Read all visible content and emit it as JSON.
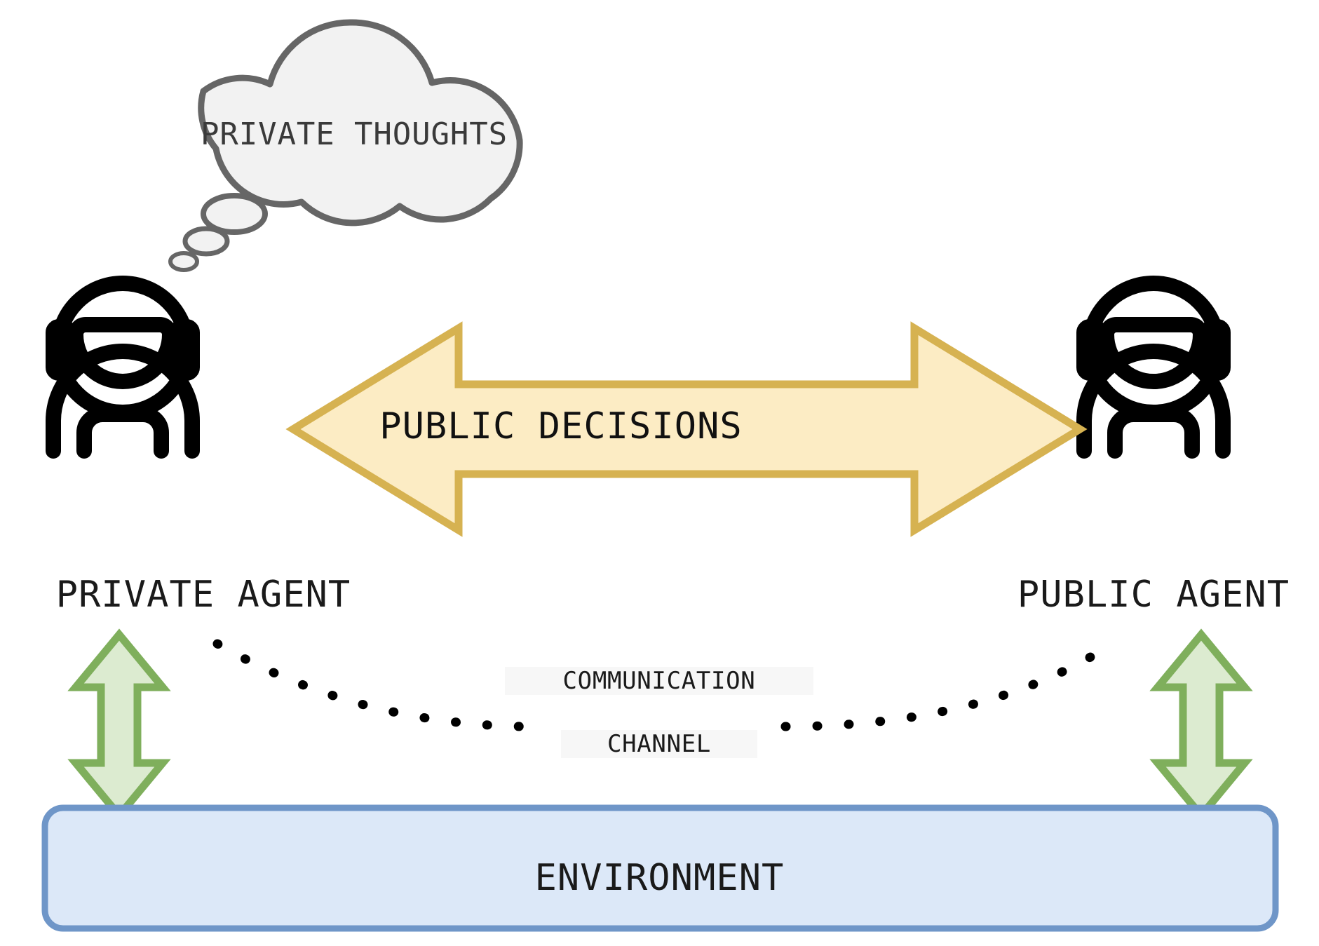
{
  "diagram": {
    "title": "Private Agent / Public Agent communication diagram",
    "background": "#ffffff"
  },
  "thought_bubble": {
    "label": "PRIVATE THOUGHTS",
    "fill": "#f2f2f2",
    "stroke": "#666666"
  },
  "agents": {
    "left": {
      "label": "PRIVATE AGENT",
      "icon": "astronaut-icon",
      "color": "#000000"
    },
    "right": {
      "label": "PUBLIC AGENT",
      "icon": "astronaut-icon",
      "color": "#000000"
    }
  },
  "decision_arrow": {
    "label": "PUBLIC DECISIONS",
    "fill": "#fcecc4",
    "stroke": "#d6b251",
    "direction": "bidirectional-horizontal"
  },
  "channel": {
    "line1": "COMMUNICATION",
    "line2": "CHANNEL",
    "style": "dotted",
    "dot_color": "#000000",
    "label_background": "#f7f7f7"
  },
  "env_arrows": {
    "fill": "#dcebd0",
    "stroke": "#7faf5c",
    "direction": "bidirectional-vertical",
    "count": 2
  },
  "environment": {
    "label": "ENVIRONMENT",
    "fill": "#dce8f8",
    "stroke": "#6f96c8"
  }
}
